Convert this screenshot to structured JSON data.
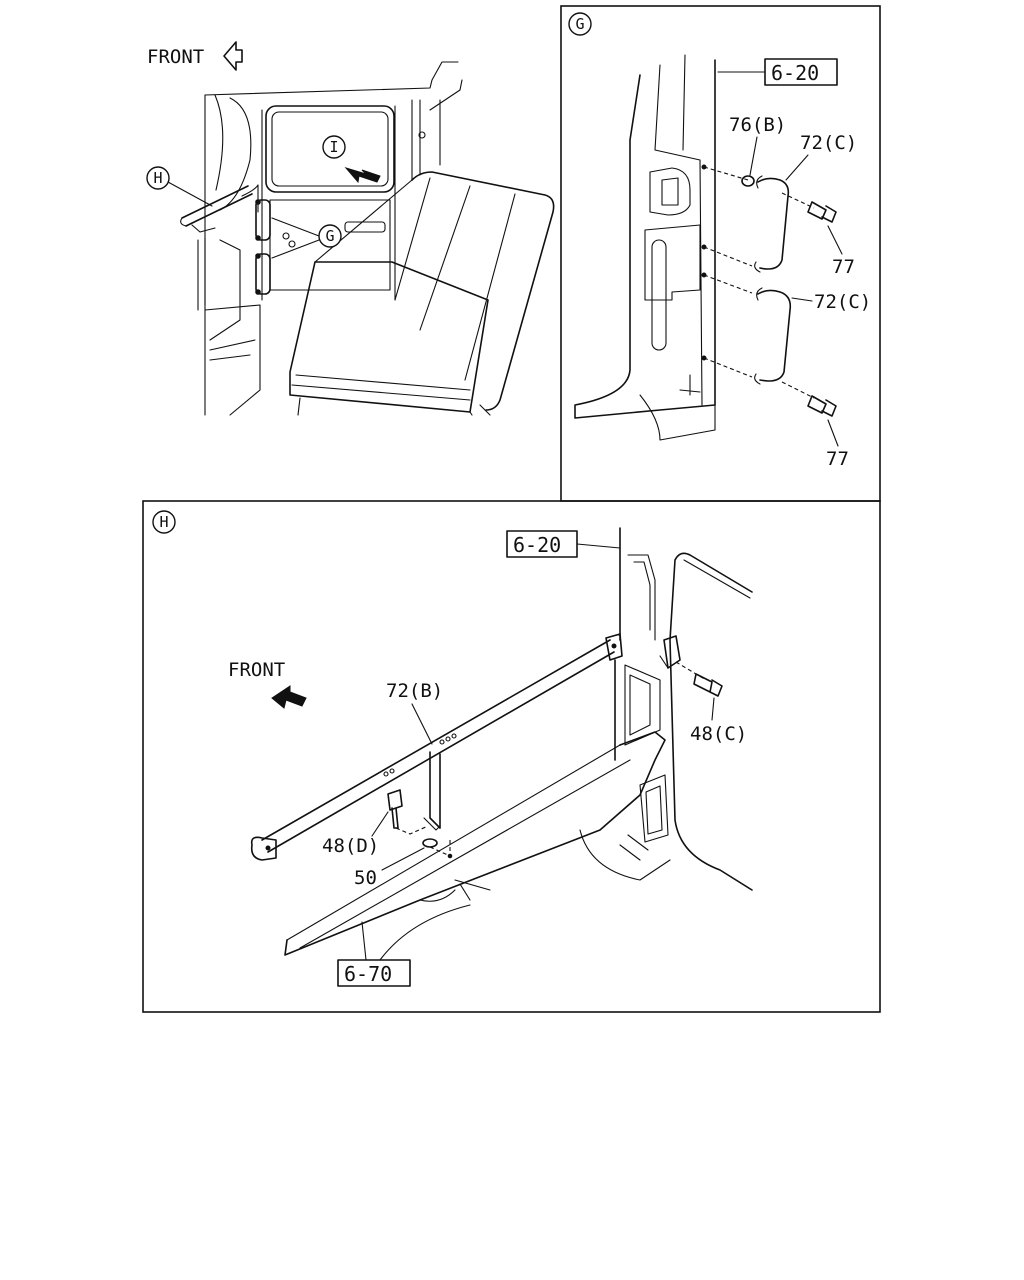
{
  "overview": {
    "front_label": "FRONT",
    "callouts": {
      "h": "H",
      "i": "I",
      "g": "G"
    }
  },
  "detail_g": {
    "title": "G",
    "ref_box": "6-20",
    "parts": {
      "p76b": "76(B)",
      "p72c_top": "72(C)",
      "p77_top": "77",
      "p72c_bottom": "72(C)",
      "p77_bottom": "77"
    }
  },
  "detail_h": {
    "title": "H",
    "front_label": "FRONT",
    "ref_box_top": "6-20",
    "ref_box_bottom": "6-70",
    "parts": {
      "p72b": "72(B)",
      "p48c": "48(C)",
      "p48d": "48(D)",
      "p50": "50"
    }
  }
}
